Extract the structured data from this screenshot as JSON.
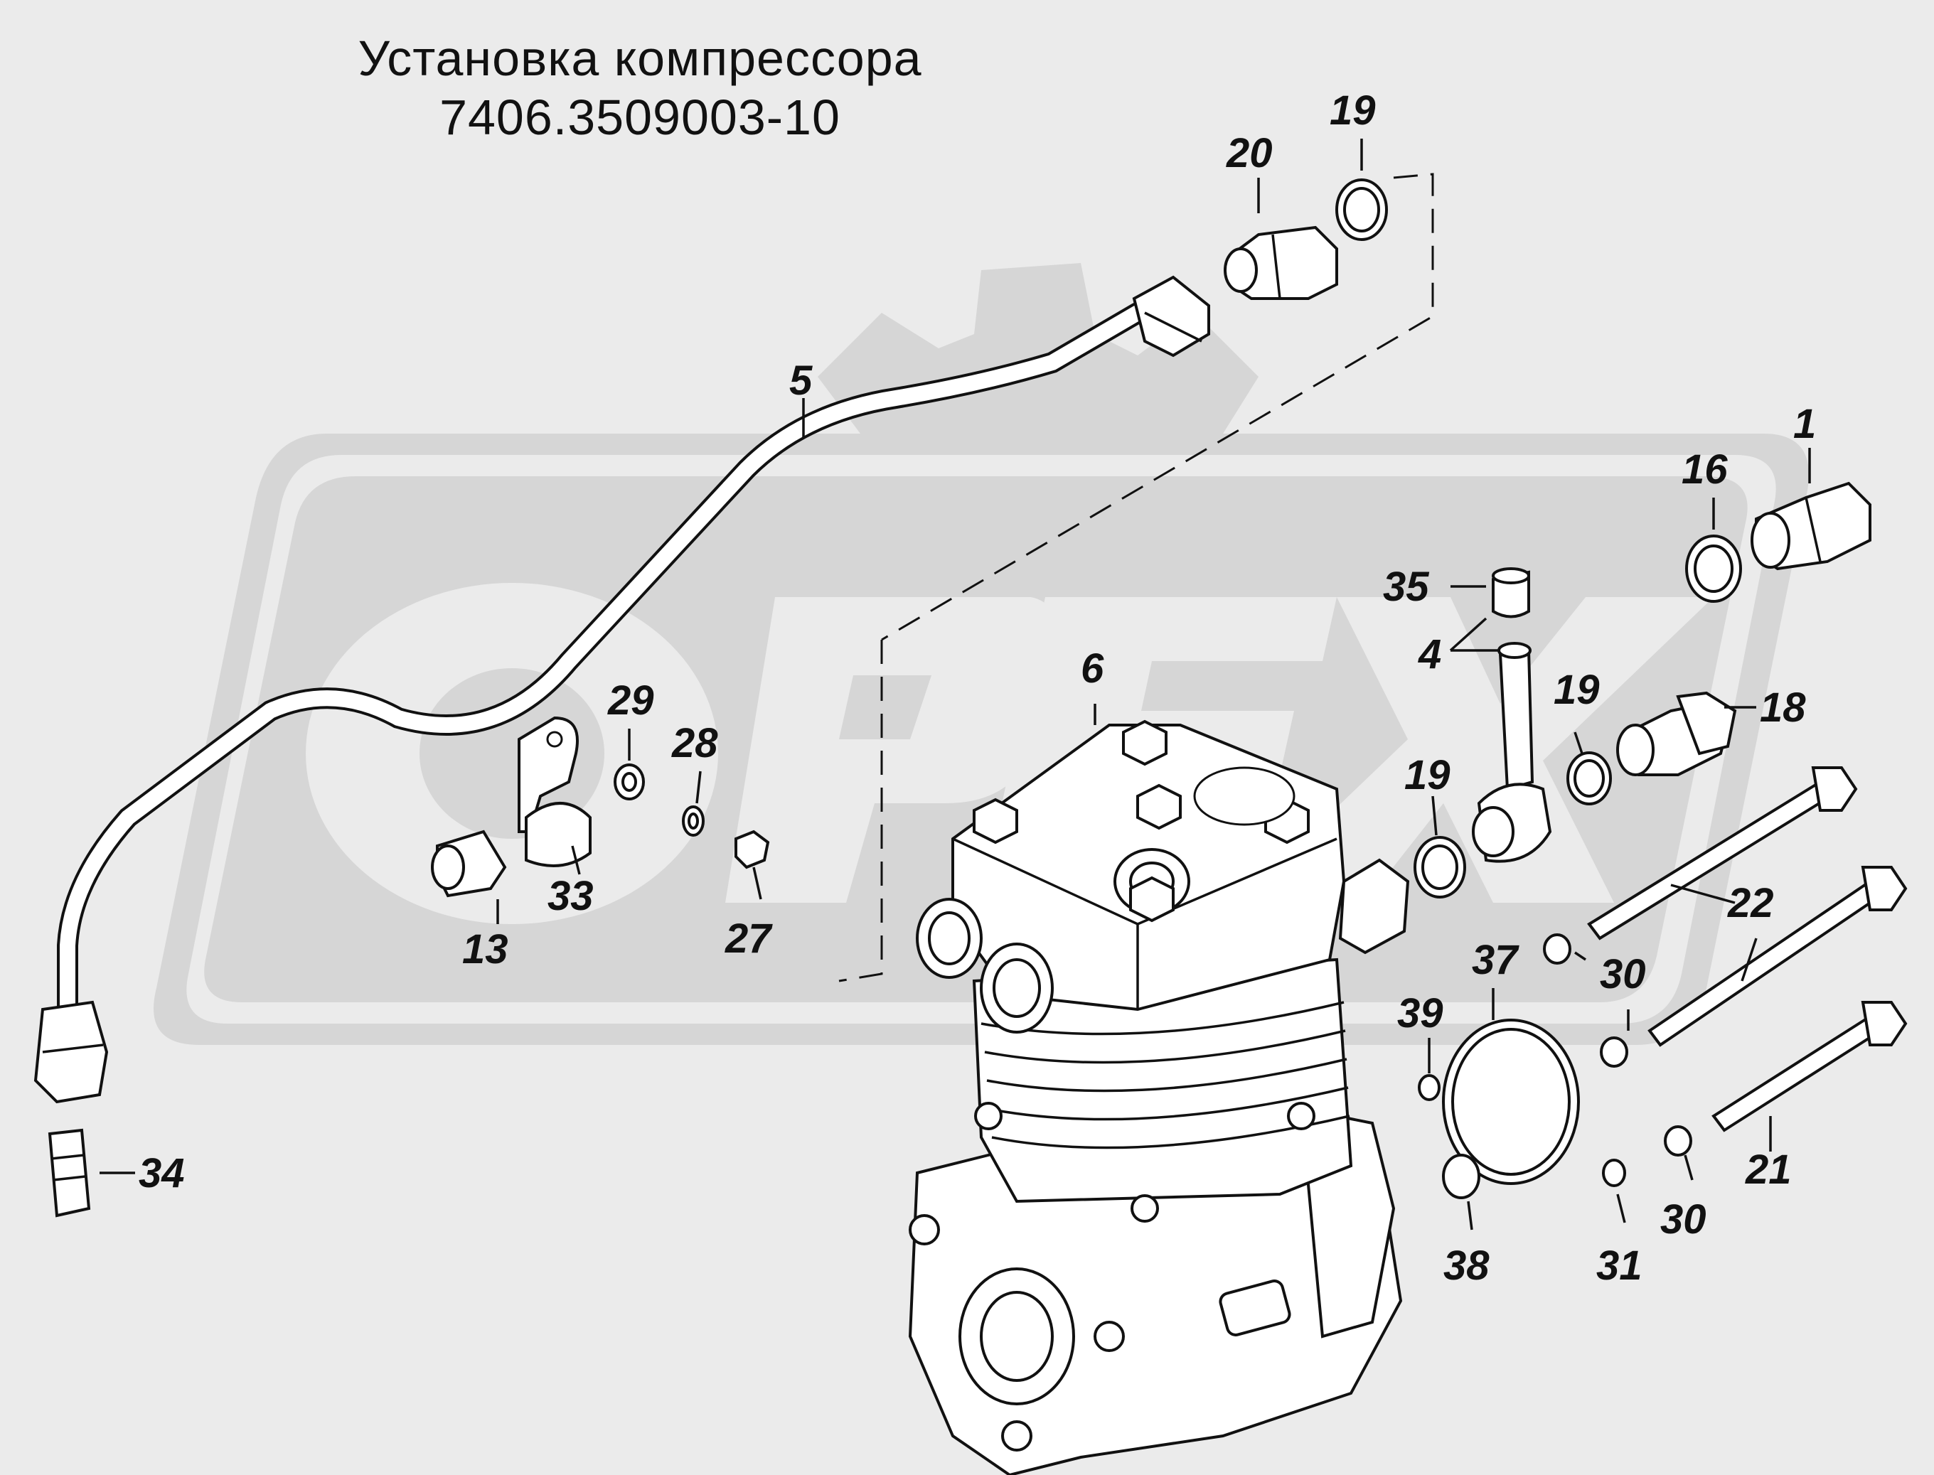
{
  "title": {
    "line1": "Установка компрессора",
    "line2": "7406.3509003-10"
  },
  "watermark": "ОРЕХ",
  "callouts": [
    {
      "id": "c1",
      "label": "1"
    },
    {
      "id": "c4",
      "label": "4"
    },
    {
      "id": "c5",
      "label": "5"
    },
    {
      "id": "c6",
      "label": "6"
    },
    {
      "id": "c13",
      "label": "13"
    },
    {
      "id": "c16",
      "label": "16"
    },
    {
      "id": "c18",
      "label": "18"
    },
    {
      "id": "c19a",
      "label": "19"
    },
    {
      "id": "c19b",
      "label": "19"
    },
    {
      "id": "c19c",
      "label": "19"
    },
    {
      "id": "c20",
      "label": "20"
    },
    {
      "id": "c21",
      "label": "21"
    },
    {
      "id": "c22",
      "label": "22"
    },
    {
      "id": "c27",
      "label": "27"
    },
    {
      "id": "c28",
      "label": "28"
    },
    {
      "id": "c29",
      "label": "29"
    },
    {
      "id": "c30a",
      "label": "30"
    },
    {
      "id": "c30b",
      "label": "30"
    },
    {
      "id": "c31",
      "label": "31"
    },
    {
      "id": "c33",
      "label": "33"
    },
    {
      "id": "c34",
      "label": "34"
    },
    {
      "id": "c35",
      "label": "35"
    },
    {
      "id": "c37",
      "label": "37"
    },
    {
      "id": "c38",
      "label": "38"
    },
    {
      "id": "c39",
      "label": "39"
    }
  ]
}
